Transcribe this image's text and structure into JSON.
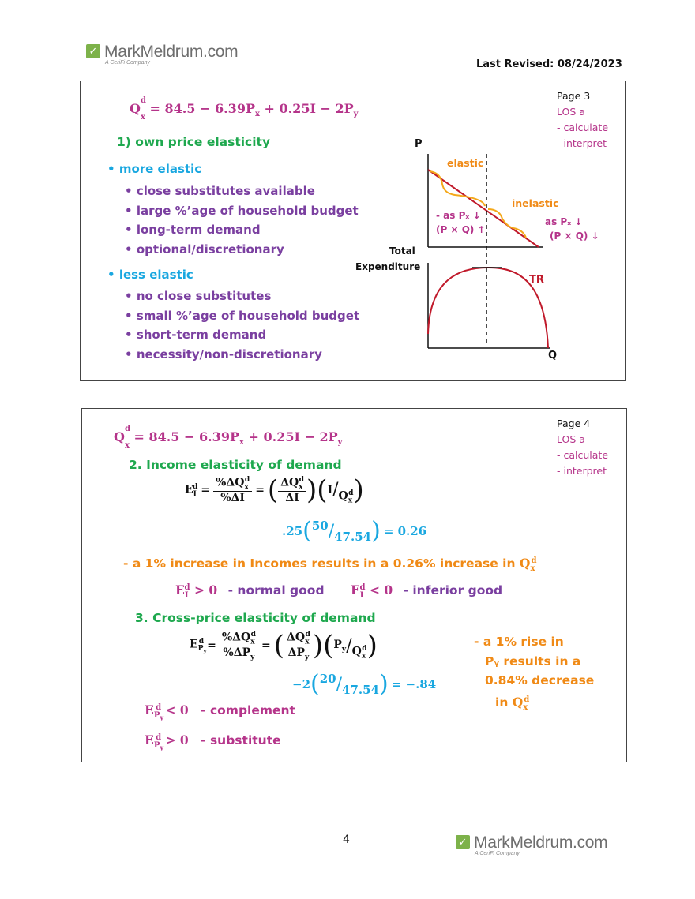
{
  "header": {
    "logo_name": "MarkMeldrum.com",
    "logo_tagline": "A CeriFi Company",
    "last_revised": "Last Revised: 08/24/2023"
  },
  "slide1": {
    "page_label": "Page 3",
    "los": "LOS a",
    "los_items": [
      "- calculate",
      "- interpret"
    ],
    "equation": "Q",
    "eq_rest": "= 84.5 − 6.39P",
    "eq_tail1": " + 0.25I − 2P",
    "heading": "1) own price elasticity",
    "more_elastic": "more elastic",
    "more_items": [
      "close substitutes available",
      "large %’age of household budget",
      "long-term demand",
      "optional/discretionary"
    ],
    "less_elastic": "less elastic",
    "less_items": [
      "no close substitutes",
      "small %’age of household budget",
      "short-term demand",
      "necessity/non-discretionary"
    ],
    "graph": {
      "p_label": "P",
      "elastic": "elastic",
      "inelastic": "inelastic",
      "left_note_1": "- as Pₓ ↓",
      "left_note_2": "(P × Q) ↑",
      "right_note_1": "as Pₓ ↓",
      "right_note_2": "(P × Q) ↓",
      "total": "Total",
      "expenditure": "Expenditure",
      "tr": "TR",
      "q_label": "Q"
    }
  },
  "slide2": {
    "page_label": "Page 4",
    "los": "LOS a",
    "los_items": [
      "- calculate",
      "- interpret"
    ],
    "heading_income": "2. Income elasticity of demand",
    "income_calc_lead": ".25",
    "income_calc_num": "50",
    "income_calc_den": "47.54",
    "income_calc_result": "= 0.26",
    "income_interp": "- a 1% increase in Incomes results in a 0.26% increase in",
    "normal_good": "- normal good",
    "inferior_good": "- inferior good",
    "heading_cross": "3. Cross-price elasticity of demand",
    "cross_calc_lead": "−2",
    "cross_calc_num": "20",
    "cross_calc_den": "47.54",
    "cross_calc_result": "= −.84",
    "cross_interp": [
      "- a 1% rise in",
      "Pᵧ results in a",
      "0.84% decrease",
      "in"
    ],
    "complement": "- complement",
    "substitute": "- substitute"
  },
  "footer": {
    "page_number": "4",
    "logo_name": "MarkMeldrum.com",
    "logo_tagline": "A CeriFi Company"
  }
}
